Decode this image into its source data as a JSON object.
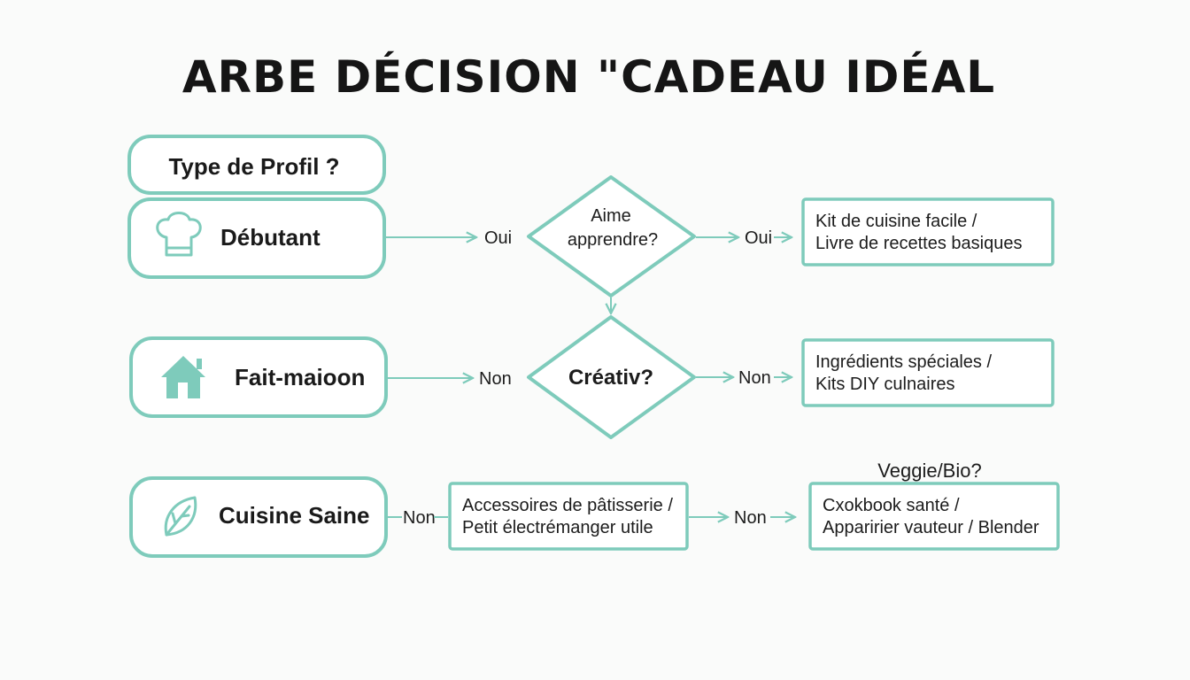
{
  "title": "ARBE DÉCISION \"CADEAU IDÉAL",
  "colors": {
    "accent": "#7ecbbb",
    "text": "#1c1c1c",
    "background": "#fafbfa"
  },
  "nodes": {
    "profile_header": "Type de Profil ?",
    "beginner": {
      "label": "Débutant",
      "icon": "chef-hat-icon"
    },
    "homemade": {
      "label": "Fait-maioon",
      "icon": "house-icon"
    },
    "healthy": {
      "label": "Cuisine Saine",
      "icon": "leaf-icon"
    },
    "q_learn": {
      "line1": "Aime",
      "line2": "apprendre?"
    },
    "q_creative": {
      "label": "Créativ?"
    },
    "r_easy_kit": {
      "line1": "Kit de cuisine facile /",
      "line2": "Livre de recettes basiques"
    },
    "r_special": {
      "line1": "Ingrédients spéciales /",
      "line2": "Kits DIY culnaires"
    },
    "r_pastry": {
      "line1": "Accessoires de pâtisserie /",
      "line2": "Petit électrémanger utile"
    },
    "r_healthy": {
      "line1": "Cxokbook  santé /",
      "line2": "Apparirier vauteur / Blender"
    },
    "veggie_question": "Veggie/Bio?"
  },
  "edges": {
    "beginner_to_learn": "Oui",
    "learn_to_easy_kit": "Oui",
    "homemade_to_creative": "Non",
    "creative_to_special": "Non",
    "healthy_to_pastry": "Non",
    "pastry_to_healthy": "Non"
  }
}
